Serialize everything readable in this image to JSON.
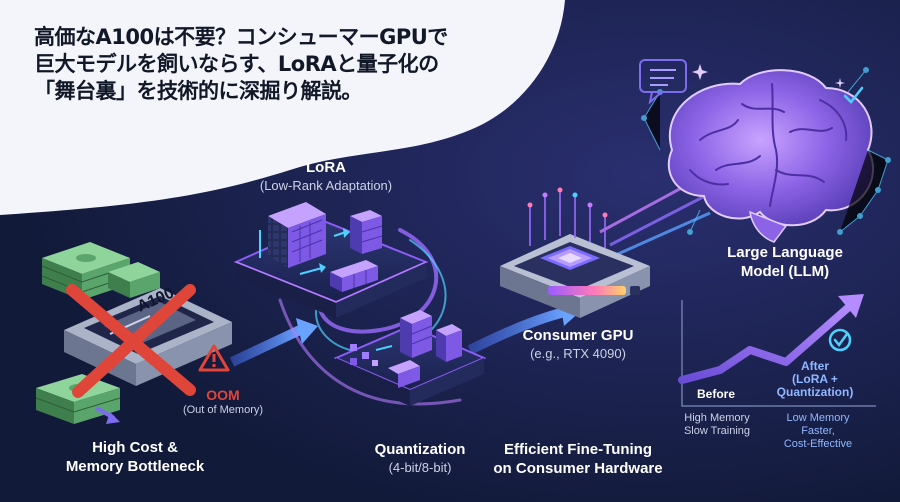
{
  "title": {
    "lines": [
      "高価なA100は不要？コンシューマーGPUで",
      "巨大モデルを飼いならす、LoRAと量子化の",
      "「舞台裏」を技術的に深掘り解説。"
    ]
  },
  "labels": {
    "high_cost": [
      "High Cost &",
      "Memory Bottleneck"
    ],
    "oom_main": "OOM",
    "oom_sub": "(Out of Memory)",
    "gpu_chip_text": "A100",
    "lora_main": "LoRA",
    "lora_sub": "(Low-Rank Adaptation)",
    "quant_main": "Quantization",
    "quant_sub": "(4-bit/8-bit)",
    "consumer_main": "Consumer GPU",
    "consumer_sub": "(e.g., RTX 4090)",
    "efficient": [
      "Efficient Fine-Tuning",
      "on Consumer Hardware"
    ],
    "llm": [
      "Large Language",
      "Model (LLM)"
    ],
    "before": "Before",
    "after": [
      "After",
      "(LoRA +",
      "Quantization)"
    ],
    "before_notes": [
      "High Memory",
      "Slow Training"
    ],
    "after_notes": [
      "Low Memory",
      "Faster,",
      "Cost-Effective"
    ]
  },
  "colors": {
    "background": "#141c3e",
    "title_bg": "#f3f5fb",
    "accent_purple": "#8b5cf6",
    "accent_cyan": "#4fd1ff",
    "danger_red": "#e0453a",
    "money_green": "#5aa56b",
    "after_text": "#8fb8ff"
  }
}
